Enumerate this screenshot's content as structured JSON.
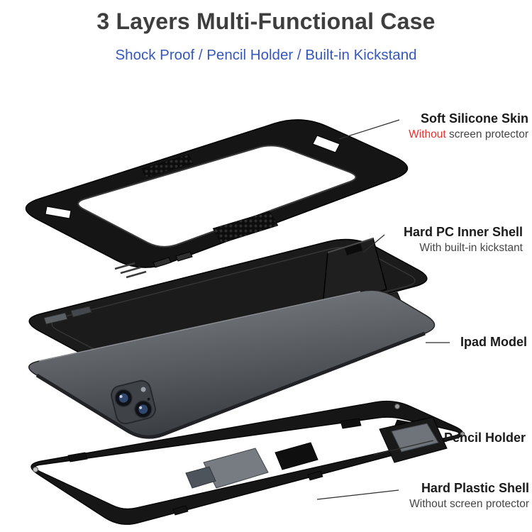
{
  "header": {
    "title": "3 Layers Multi-Functional Case",
    "subtitle": "Shock Proof / Pencil Holder / Built-in Kickstand"
  },
  "annotations": {
    "silicone_skin": {
      "title": "Soft Silicone Skin",
      "sub_red": "Without",
      "sub_rest": " screen protector"
    },
    "inner_shell": {
      "title": "Hard PC Inner Shell",
      "subtitle": "With built-in kickstant"
    },
    "ipad_model": {
      "title": "Ipad Model"
    },
    "pencil_holder": {
      "title": "Pencil Holder"
    },
    "plastic_shell": {
      "title": "Hard Plastic Shell",
      "subtitle": "Without screen protector"
    }
  },
  "colors": {
    "title_gray": "#3e3e3e",
    "accent_blue": "#3558bb",
    "accent_red": "#e5322e",
    "label_black": "#1b1b1b",
    "sub_gray": "#454545",
    "case_black": "#161616",
    "ipad_gray": "#5a5e63"
  }
}
